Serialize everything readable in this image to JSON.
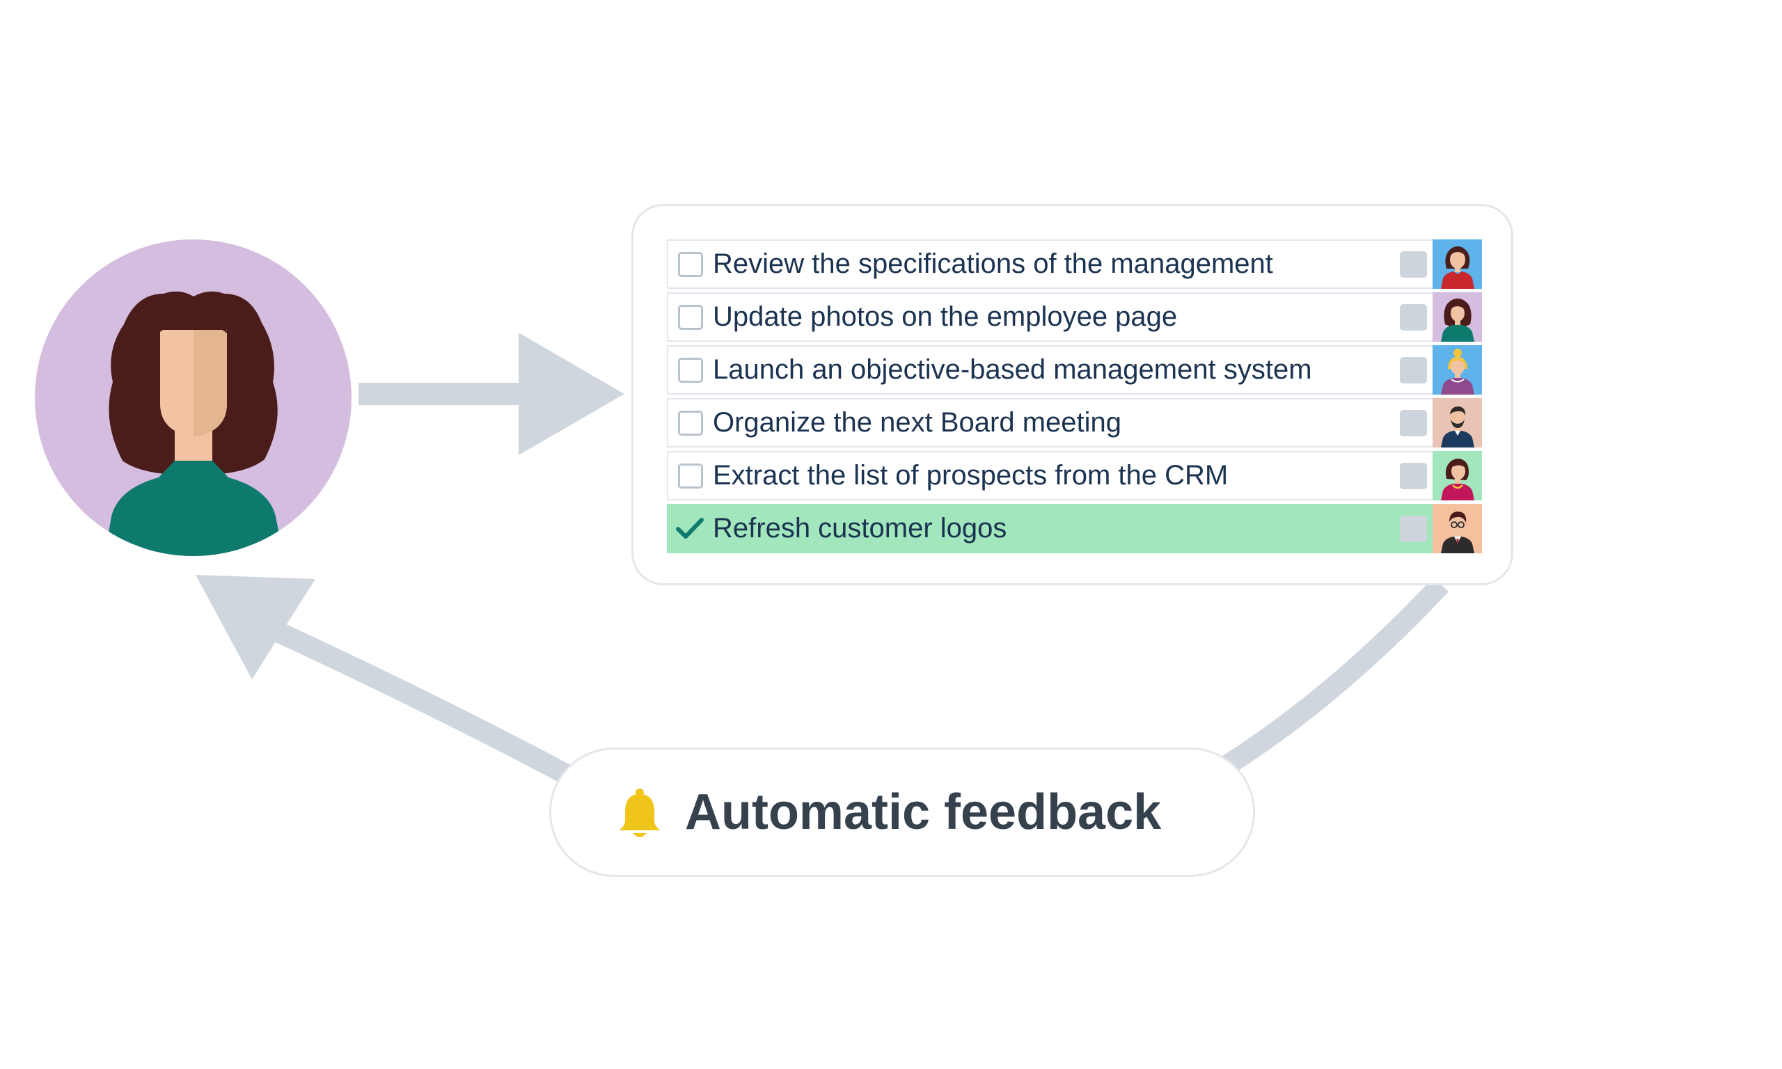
{
  "colors": {
    "arrow": "#d0d6de",
    "panel_border": "#e3e7ec",
    "completed_row": "#a1e6bd",
    "task_text": "#1b3350",
    "checkmark": "#0e7a6e",
    "bell": "#f0c419",
    "feedback_text": "#36414e",
    "main_avatar_background": "#d5bddf"
  },
  "user": {
    "icon": "woman-avatar-icon"
  },
  "tasks": [
    {
      "label": "Review the specifications of the management",
      "completed": false,
      "assignee_background": "#5db3ea",
      "assignee_icon": "woman-red-top-avatar-icon"
    },
    {
      "label": "Update photos on the employee page",
      "completed": false,
      "assignee_background": "#d5bddf",
      "assignee_icon": "woman-green-top-avatar-icon"
    },
    {
      "label": "Launch an objective-based management system",
      "completed": false,
      "assignee_background": "#5db3ea",
      "assignee_icon": "blonde-woman-avatar-icon"
    },
    {
      "label": "Organize the next Board meeting",
      "completed": false,
      "assignee_background": "#e9c3b3",
      "assignee_icon": "bearded-man-avatar-icon"
    },
    {
      "label": "Extract the list of prospects from the CRM",
      "completed": false,
      "assignee_background": "#a1e6bd",
      "assignee_icon": "woman-necklace-avatar-icon"
    },
    {
      "label": "Refresh customer logos",
      "completed": true,
      "assignee_background": "#f6c09e",
      "assignee_icon": "man-glasses-avatar-icon"
    }
  ],
  "feedback": {
    "icon": "bell-icon",
    "label": "Automatic feedback"
  }
}
